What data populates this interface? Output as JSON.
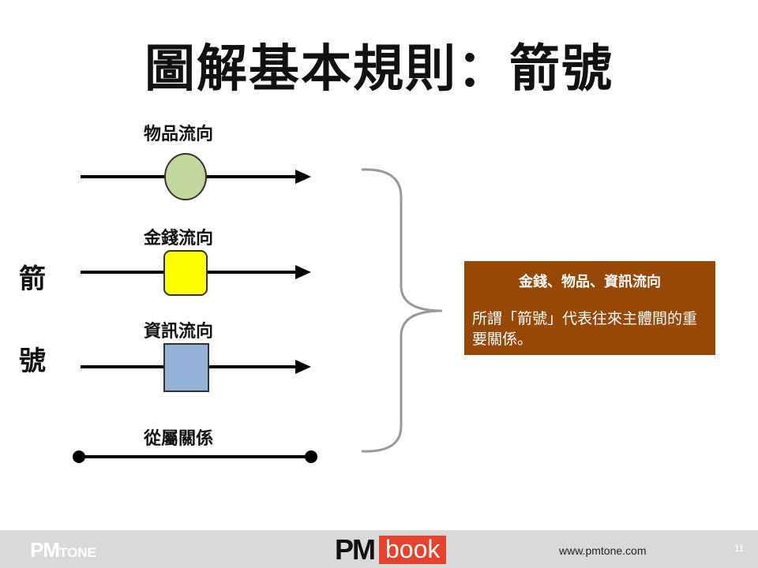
{
  "title": "圖解基本規則：箭號",
  "side_label": [
    "箭",
    "號"
  ],
  "rows": [
    {
      "label": "物品流向",
      "marker": "circle",
      "color": "#c4d79b"
    },
    {
      "label": "金錢流向",
      "marker": "rounded-square",
      "color": "#ffff00"
    },
    {
      "label": "資訊流向",
      "marker": "square",
      "color": "#95b3d7"
    },
    {
      "label": "從屬關係",
      "marker": "dot-ends",
      "color": "#000000"
    }
  ],
  "callout": {
    "heading": "金錢、物品、資訊流向",
    "body": "所謂「箭號」代表往來主體間的重要關係。",
    "bg": "#974706"
  },
  "footer": {
    "left_logo_pm": "PM",
    "left_logo_tone": "TONE",
    "center_logo_pm": "PM",
    "center_logo_book": "book",
    "url": "www.pmtone.com",
    "page_number": "11"
  }
}
